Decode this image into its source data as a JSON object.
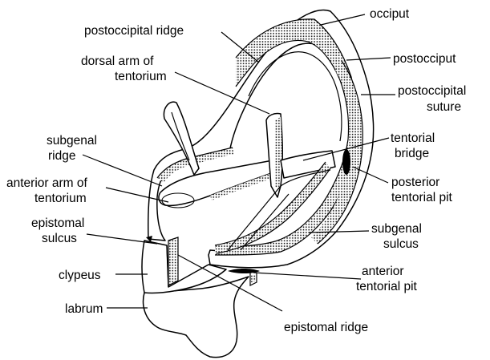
{
  "labels": {
    "occiput": "occiput",
    "postoccipital_ridge": "postoccipital ridge",
    "postocciput": "postocciput",
    "dorsal_arm_1": "dorsal arm of",
    "dorsal_arm_2": "tentorium",
    "postoccipital_suture_1": "postoccipital",
    "postoccipital_suture_2": "suture",
    "subgenal_ridge_1": "subgenal",
    "subgenal_ridge_2": "ridge",
    "tentorial_bridge_1": "tentorial",
    "tentorial_bridge_2": "bridge",
    "anterior_arm_1": "anterior arm of",
    "anterior_arm_2": "tentorium",
    "posterior_pit_1": "posterior",
    "posterior_pit_2": "tentorial pit",
    "epistomal_sulcus_1": "epistomal",
    "epistomal_sulcus_2": "sulcus",
    "subgenal_sulcus_1": "subgenal",
    "subgenal_sulcus_2": "sulcus",
    "clypeus": "clypeus",
    "anterior_pit_1": "anterior",
    "anterior_pit_2": "tentorial pit",
    "labrum": "labrum",
    "epistomal_ridge": "epistomal ridge"
  },
  "colors": {
    "stroke": "#000000",
    "background": "#ffffff"
  }
}
